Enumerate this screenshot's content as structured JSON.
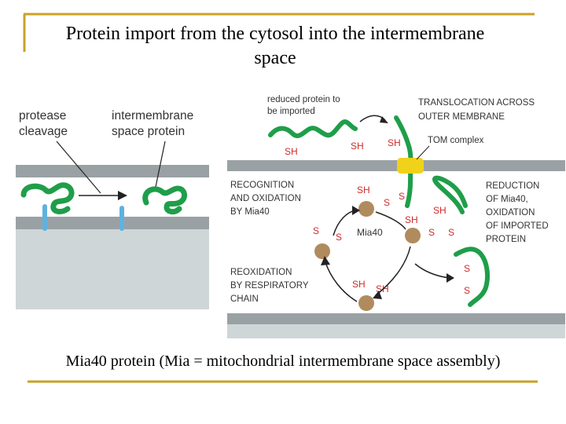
{
  "slide": {
    "title": "Protein import from the cytosol into the intermembrane space",
    "caption": "Mia40 protein (Mia = mitochondrial intermembrane space assembly)"
  },
  "left_panel": {
    "protease_label": [
      "protease",
      "cleavage"
    ],
    "ims_label": [
      "intermembrane",
      "space protein"
    ]
  },
  "right_panel": {
    "reduced_protein": [
      "reduced protein to",
      "be imported"
    ],
    "translocation": [
      "TRANSLOCATION ACROSS",
      "OUTER MEMBRANE"
    ],
    "tom_complex": "TOM complex",
    "recognition": [
      "RECOGNITION",
      "AND OXIDATION",
      "BY Mia40"
    ],
    "reduction": [
      "REDUCTION",
      "OF Mia40,",
      "OXIDATION",
      "OF IMPORTED",
      "PROTEIN"
    ],
    "reoxidation": [
      "REOXIDATION",
      "BY RESPIRATORY",
      "CHAIN"
    ],
    "mia40": "Mia40",
    "sh": "SH",
    "s": "S"
  },
  "colors": {
    "protein_green": "#1f9e4a",
    "membrane_gray": "#9aa1a5",
    "matrix_gray": "#cfd6d8",
    "tom_yellow": "#f0d21a",
    "mia40_brown": "#b08b5e",
    "thiol_red": "#d12a2a",
    "anchor_blue": "#5fb1e0",
    "border_gold": "#c9a227"
  }
}
